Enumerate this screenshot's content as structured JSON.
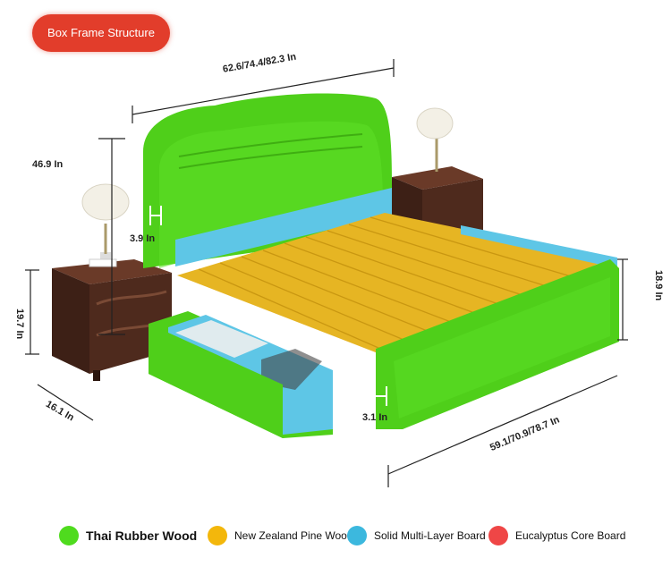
{
  "badge": {
    "label": "Box Frame Structure"
  },
  "dimensions": {
    "width": "62.6/74.4/82.3 In",
    "height": "46.9 In",
    "headboard_gap": "3.9 In",
    "nightstand_height": "19.7 In",
    "nightstand_depth": "16.1 In",
    "side_height": "18.9 In",
    "leg_gap": "3.1 In",
    "length": "59.1/70.9/78.7 In"
  },
  "legend": [
    {
      "label": "Thai Rubber Wood",
      "color": "#4fdb1e"
    },
    {
      "label": "New Zealand Pine Wood",
      "color": "#f3b70b"
    },
    {
      "label": "Solid Multi-Layer Board",
      "color": "#3cb8de"
    },
    {
      "label": "Eucalyptus Core Board",
      "color": "#ef4646"
    }
  ],
  "colors": {
    "frame_green": "#4fcf1a",
    "slat_yellow": "#e6b523",
    "board_blue": "#5ec6e6",
    "nightstand_brown": "#4e2a1d"
  }
}
